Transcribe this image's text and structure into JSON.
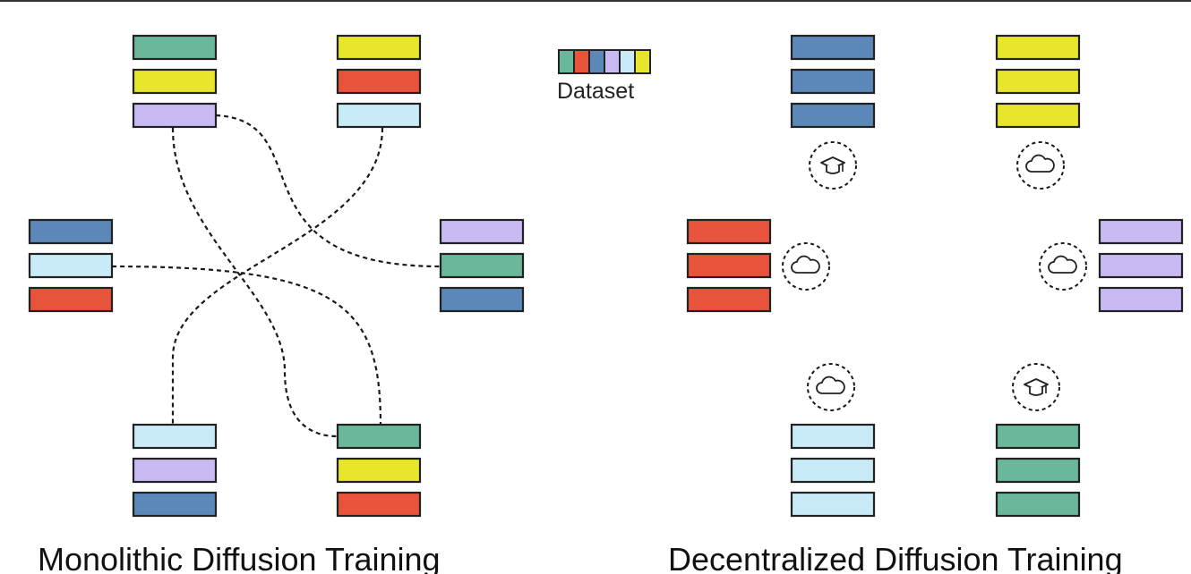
{
  "legend": {
    "label": "Dataset",
    "swatches": [
      "teal",
      "red",
      "blue",
      "lavender",
      "lightblue",
      "yellow"
    ]
  },
  "colors": {
    "teal": "#6bb79a",
    "yellow": "#e7e62c",
    "lavender": "#c9baf4",
    "red": "#e8533b",
    "lightblue": "#c9ebf8",
    "blue": "#5b88b8",
    "stroke": "#222222"
  },
  "monolithic": {
    "caption": "Monolithic Diffusion Training",
    "nodes": [
      {
        "id": "top-left",
        "bars": [
          "teal",
          "yellow",
          "lavender"
        ]
      },
      {
        "id": "top-right",
        "bars": [
          "yellow",
          "red",
          "lightblue"
        ]
      },
      {
        "id": "mid-left",
        "bars": [
          "blue",
          "lightblue",
          "red"
        ]
      },
      {
        "id": "mid-right",
        "bars": [
          "lavender",
          "teal",
          "blue"
        ]
      },
      {
        "id": "bottom-left",
        "bars": [
          "lightblue",
          "lavender",
          "blue"
        ]
      },
      {
        "id": "bottom-right",
        "bars": [
          "teal",
          "yellow",
          "red"
        ]
      }
    ]
  },
  "decentralized": {
    "caption": "Decentralized Diffusion Training",
    "nodes": [
      {
        "id": "top-left",
        "bars": [
          "blue",
          "blue",
          "blue"
        ],
        "icon": "graduation-cap-icon"
      },
      {
        "id": "top-right",
        "bars": [
          "yellow",
          "yellow",
          "yellow"
        ],
        "icon": "cloud-icon"
      },
      {
        "id": "mid-left",
        "bars": [
          "red",
          "red",
          "red"
        ],
        "icon": "cloud-icon"
      },
      {
        "id": "mid-right",
        "bars": [
          "lavender",
          "lavender",
          "lavender"
        ],
        "icon": "cloud-icon"
      },
      {
        "id": "bottom-left",
        "bars": [
          "lightblue",
          "lightblue",
          "lightblue"
        ],
        "icon": "cloud-icon"
      },
      {
        "id": "bottom-right",
        "bars": [
          "teal",
          "teal",
          "teal"
        ],
        "icon": "graduation-cap-icon"
      }
    ]
  }
}
